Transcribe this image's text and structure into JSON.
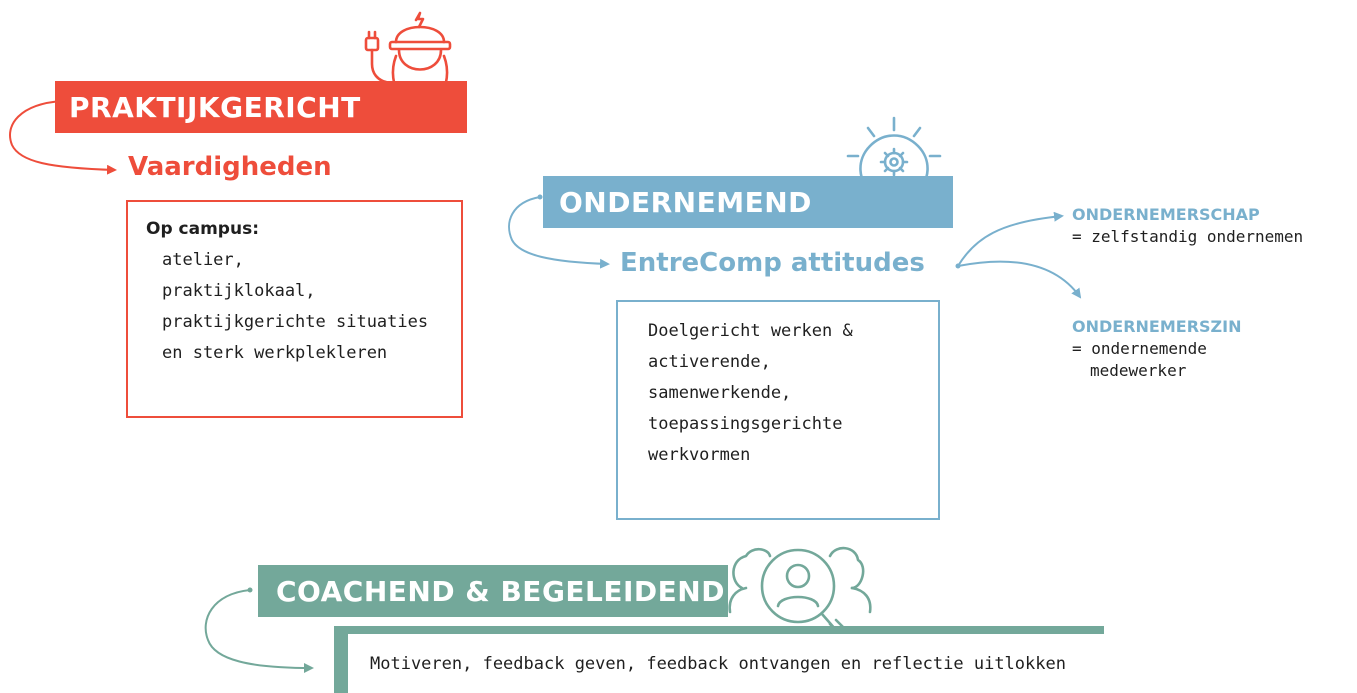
{
  "colors": {
    "red": "#ee4d3b",
    "blue": "#79b0cd",
    "teal": "#73a89a",
    "text": "#1f1f1f"
  },
  "praktijk": {
    "title": "PRAKTIJKGERICHT",
    "icon": "electrician-worker-icon",
    "subtitle": "Vaardigheden",
    "box_heading": "Op campus:",
    "box_lines": [
      "atelier,",
      "praktijklokaal,",
      "praktijkgerichte situaties",
      "en sterk werkplekleren"
    ]
  },
  "ondernemend": {
    "title": "ONDERNEMEND",
    "icon": "lightbulb-gear-icon",
    "subtitle": "EntreComp attitudes",
    "box_lines": [
      "Doelgericht werken &",
      "activerende,",
      "samenwerkende,",
      "toepassingsgerichte",
      "werkvormen"
    ],
    "branches": [
      {
        "heading": "ONDERNEMERSCHAP",
        "lines": [
          "= zelfstandig ondernemen"
        ]
      },
      {
        "heading": "ONDERNEMERSZIN",
        "lines": [
          "= ondernemende",
          "medewerker"
        ]
      }
    ]
  },
  "coachend": {
    "title": "COACHEND & BEGELEIDEND",
    "icon": "magnifier-people-icon",
    "bar_text": "Motiveren, feedback geven, feedback ontvangen en reflectie uitlokken"
  }
}
